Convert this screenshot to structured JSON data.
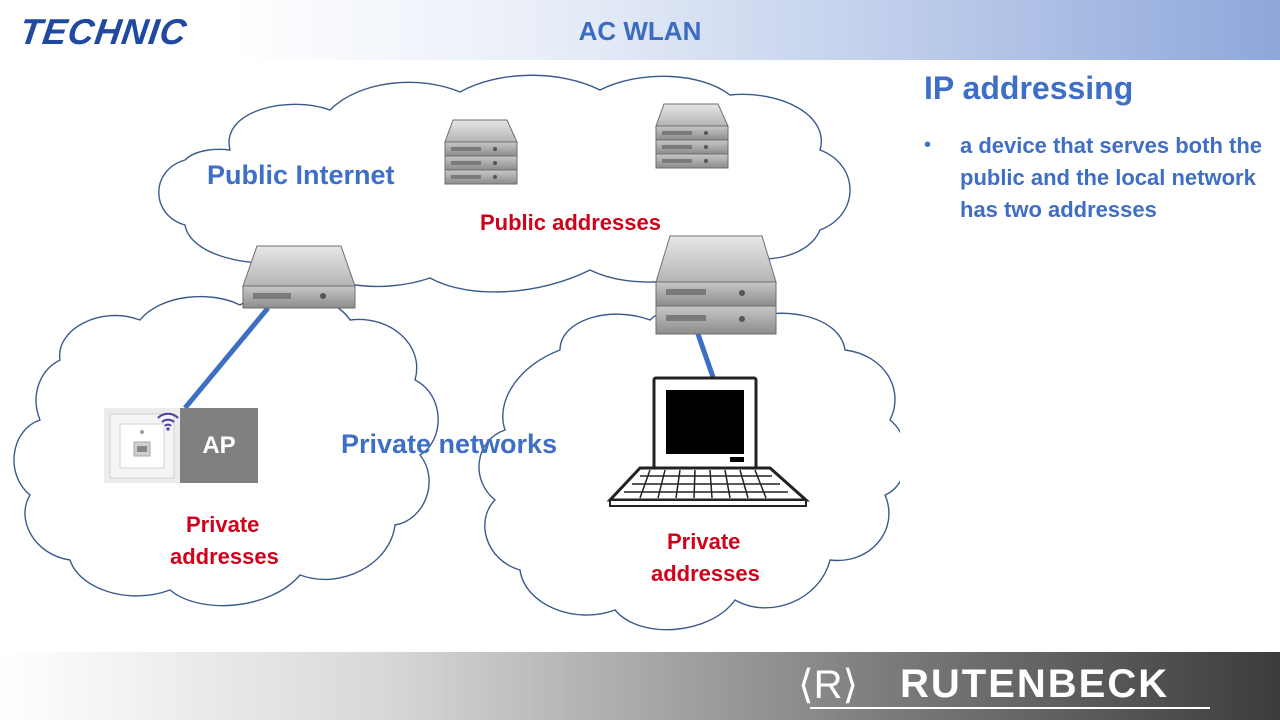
{
  "header": {
    "logo_text": "TECHNIC",
    "title": "AC WLAN"
  },
  "diagram": {
    "public_internet_label": "Public Internet",
    "public_addresses_label": "Public addresses",
    "private_networks_label": "Private networks",
    "private_addresses_left": [
      "Private",
      "addresses"
    ],
    "private_addresses_right": [
      "Private",
      "addresses"
    ],
    "ap_label": "AP"
  },
  "sidebar": {
    "heading": "IP addressing",
    "bullet_symbol": "•",
    "bullet_text": "a device that serves both the public and the local network has two addresses"
  },
  "footer": {
    "brand": "RUTENBECK",
    "mark": "⟨R⟩"
  },
  "colors": {
    "accent_blue": "#3e6fc4",
    "label_red": "#d0021b",
    "ap_gray": "#808080"
  }
}
